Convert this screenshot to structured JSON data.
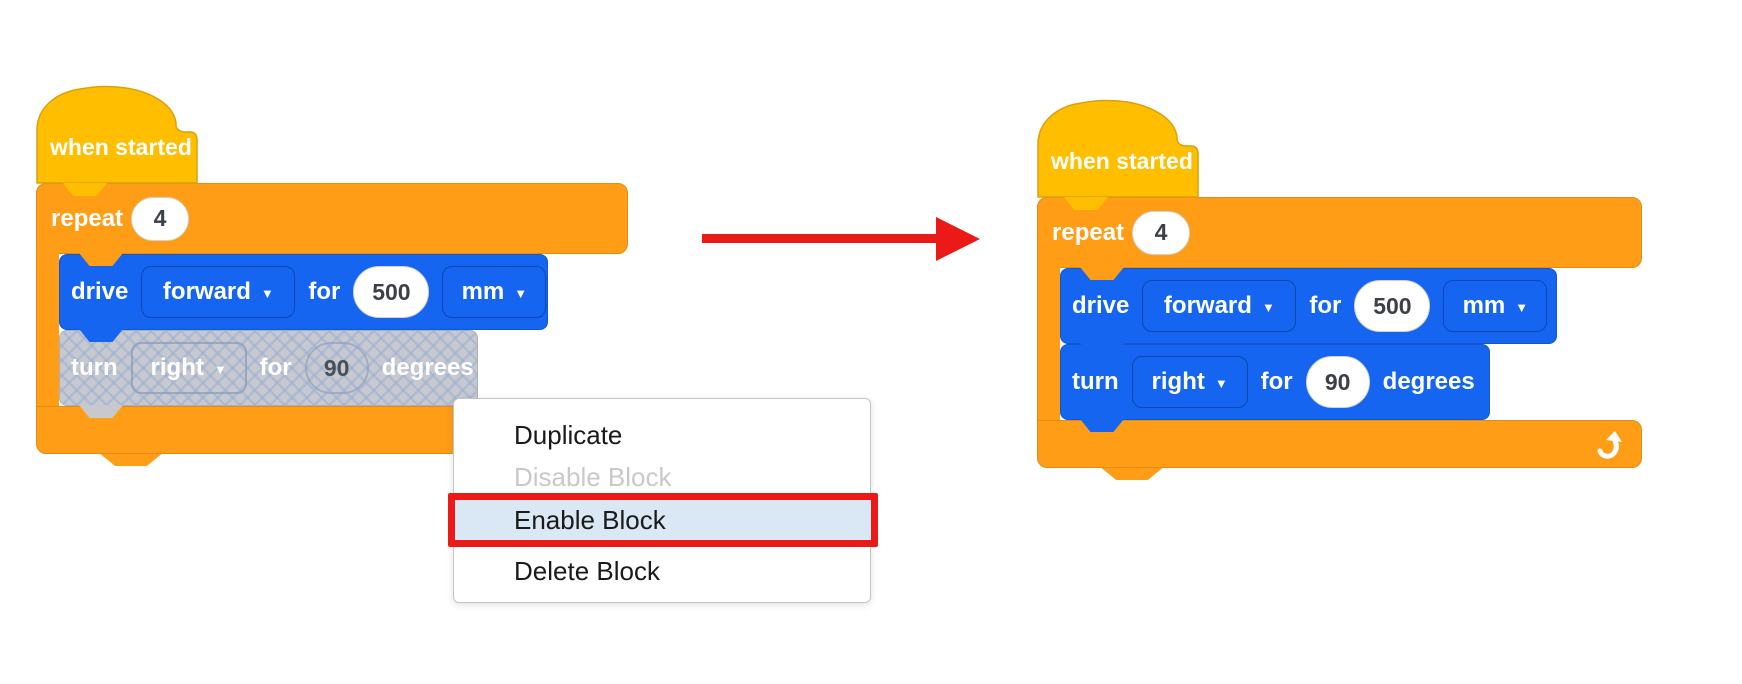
{
  "colors": {
    "hat-yellow": "#FFBF00",
    "hat-border": "#D9A10E",
    "control-orange": "#FF9D17",
    "control-border": "#E18C17",
    "drive-blue": "#1565F0",
    "drive-border": "#1257D0",
    "disabled-gray": "#C7C9CE",
    "menu-highlight": "#DAE7F4",
    "alert-red": "#EC1A16",
    "value-text": "#3D4048"
  },
  "icons": {
    "dropdown_caret": "▼"
  },
  "left_stack": {
    "hat_label": "when started",
    "repeat": {
      "label": "repeat",
      "count": "4"
    },
    "drive": {
      "verb": "drive",
      "direction": "forward",
      "preposition": "for",
      "distance": "500",
      "unit": "mm"
    },
    "turn": {
      "verb": "turn",
      "direction": "right",
      "preposition": "for",
      "angle": "90",
      "unit": "degrees",
      "state": "disabled"
    }
  },
  "right_stack": {
    "hat_label": "when started",
    "repeat": {
      "label": "repeat",
      "count": "4"
    },
    "drive": {
      "verb": "drive",
      "direction": "forward",
      "preposition": "for",
      "distance": "500",
      "unit": "mm"
    },
    "turn": {
      "verb": "turn",
      "direction": "right",
      "preposition": "for",
      "angle": "90",
      "unit": "degrees",
      "state": "enabled"
    }
  },
  "context_menu": {
    "items": [
      {
        "label": "Duplicate",
        "state": "normal"
      },
      {
        "label": "Disable Block",
        "state": "disabled"
      },
      {
        "label": "Enable Block",
        "state": "highlighted"
      },
      {
        "label": "Delete Block",
        "state": "normal"
      }
    ]
  }
}
